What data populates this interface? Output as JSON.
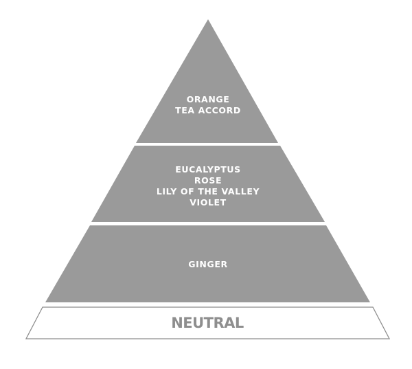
{
  "pyramid": {
    "tiers": [
      {
        "notes": [
          "ORANGE",
          "TEA ACCORD"
        ]
      },
      {
        "notes": [
          "EUCALYPTUS",
          "ROSE",
          "LILY OF THE VALLEY",
          "VIOLET"
        ]
      },
      {
        "notes": [
          "GINGER"
        ]
      }
    ],
    "base_label": "NEUTRAL"
  },
  "colors": {
    "tier_fill": "#9a9a9a",
    "base_outline": "#8e8e8e",
    "base_text": "#8e8e8e",
    "note_text": "#ffffff"
  }
}
